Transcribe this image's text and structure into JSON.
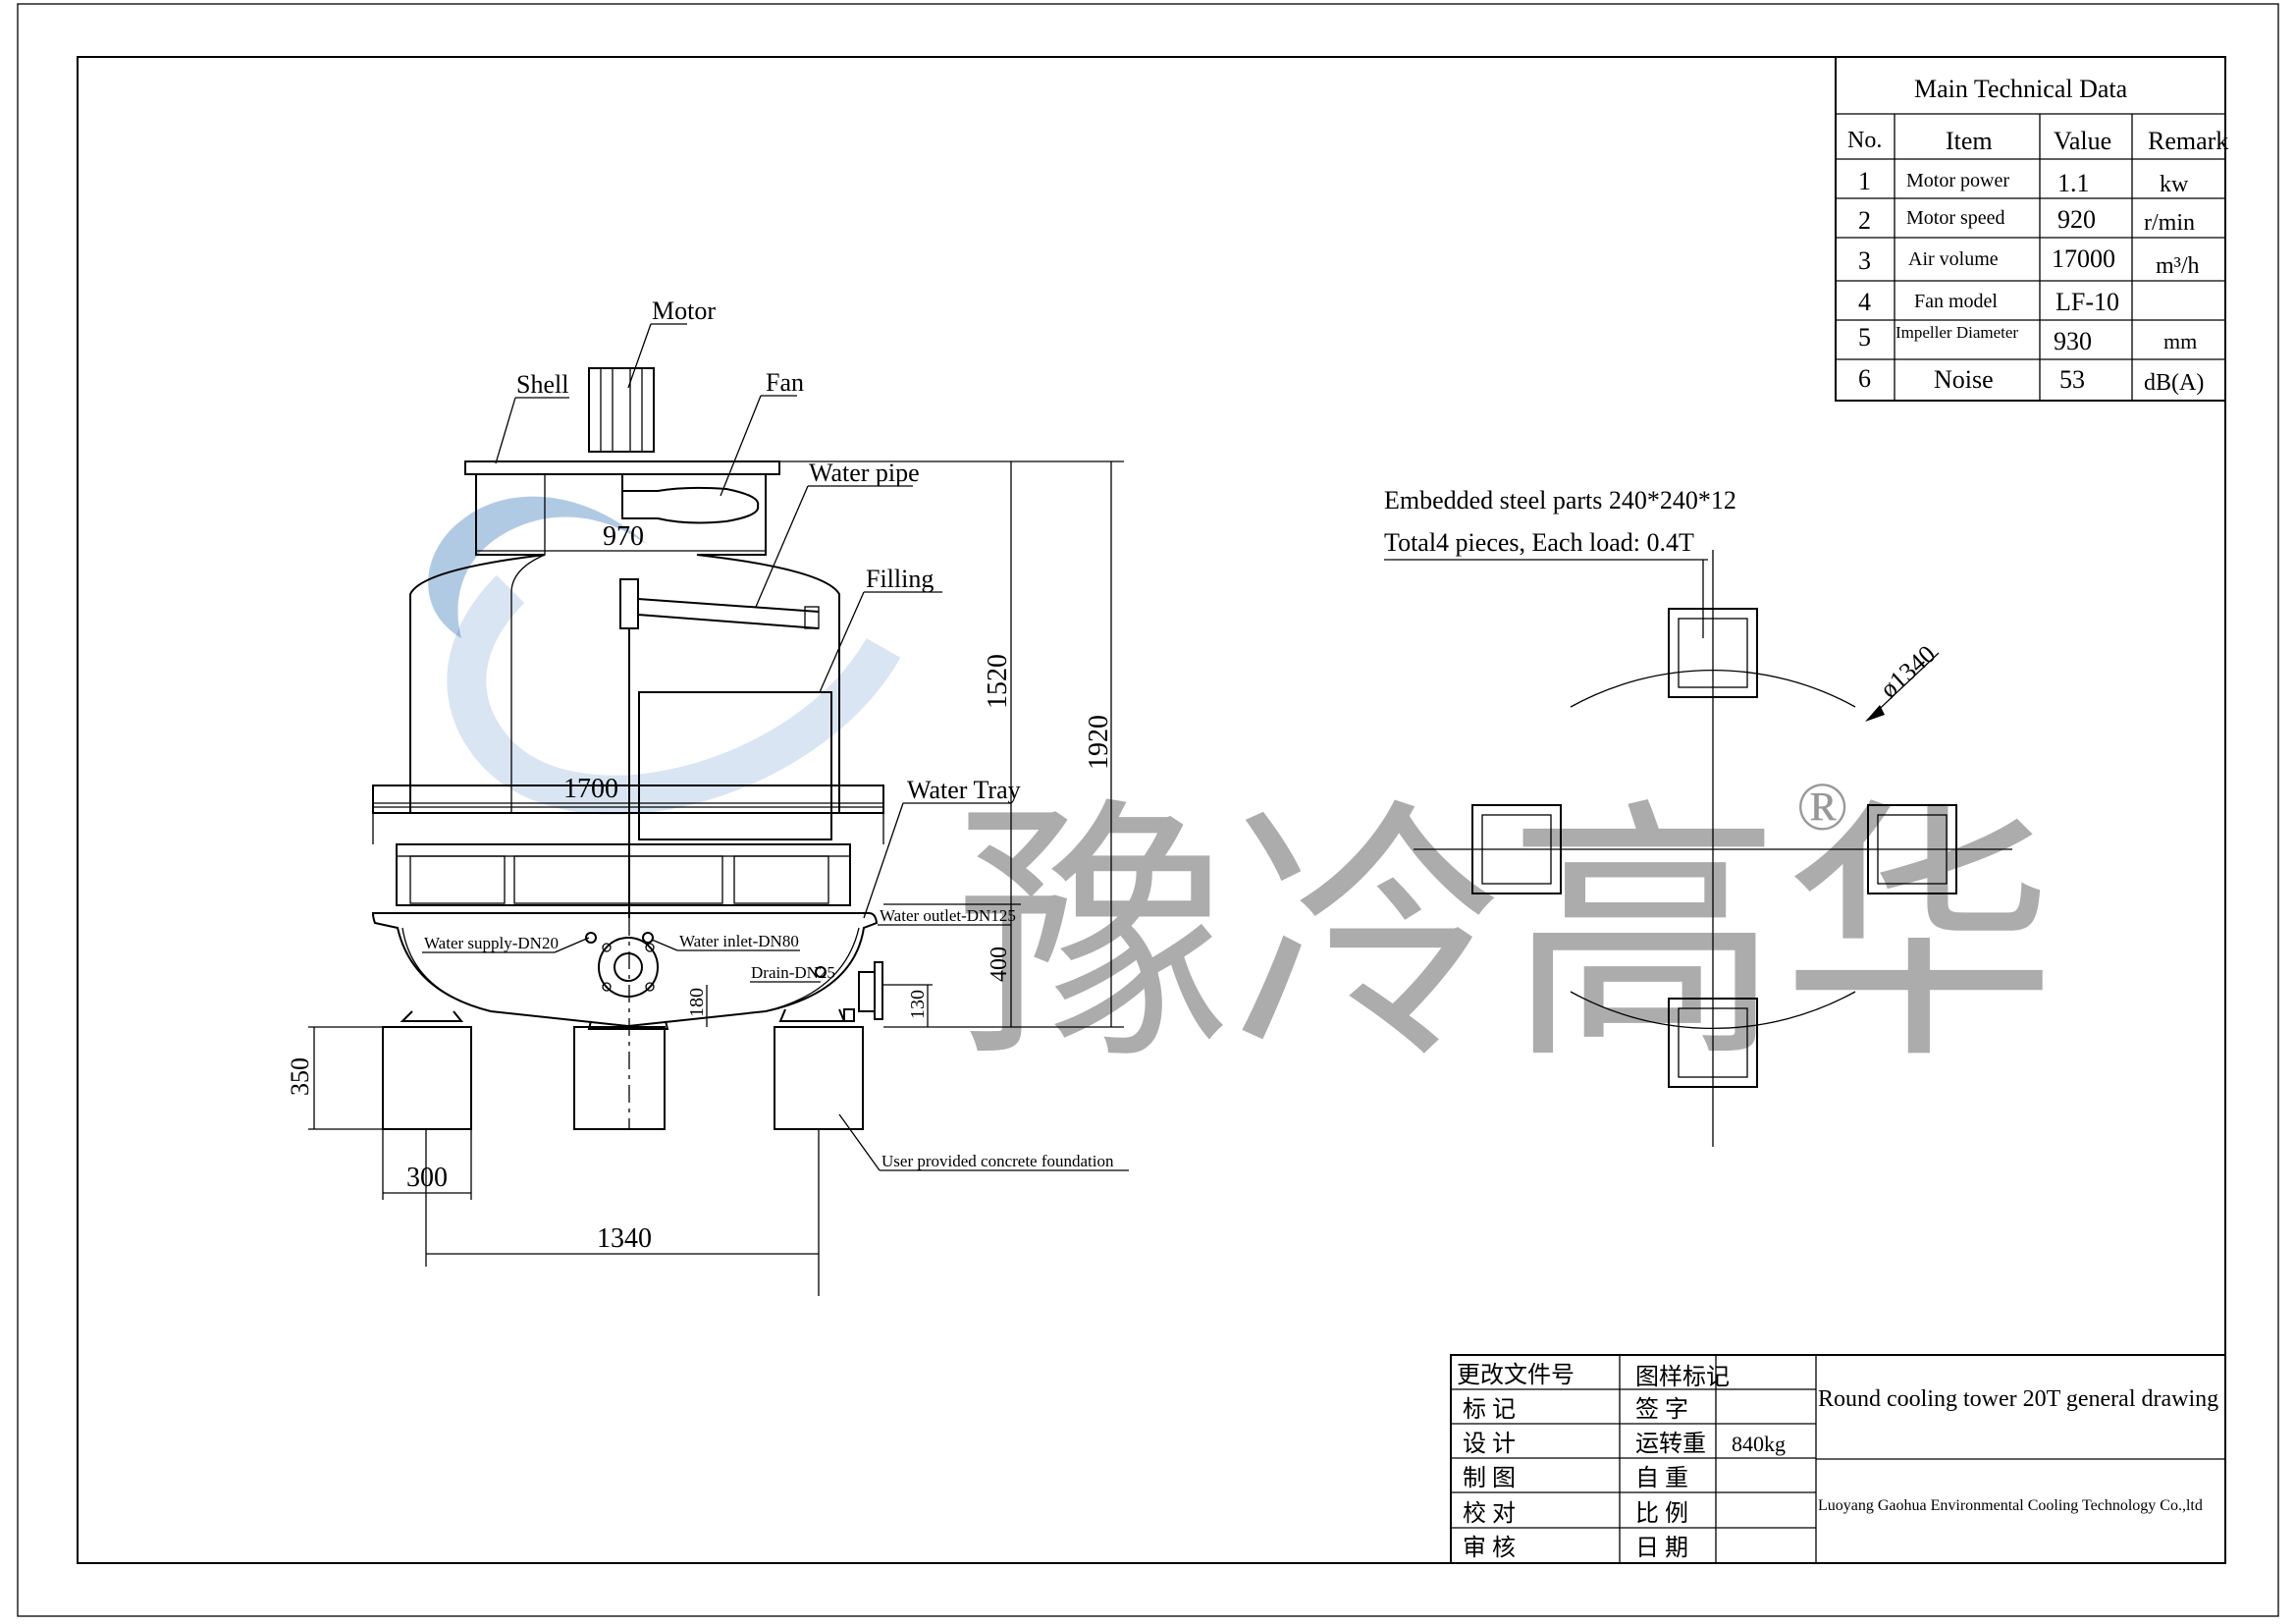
{
  "spec_table": {
    "title": "Main Technical Data",
    "headers": [
      "No.",
      "Item",
      "Value",
      "Remark"
    ],
    "rows": [
      [
        "1",
        "Motor power",
        "1.1",
        "kw"
      ],
      [
        "2",
        "Motor speed",
        "920",
        "r/min"
      ],
      [
        "3",
        "Air volume",
        "17000",
        "m³/h"
      ],
      [
        "4",
        "Fan model",
        "LF-10",
        ""
      ],
      [
        "5",
        "Impeller Diameter",
        "930",
        "mm"
      ],
      [
        "6",
        "Noise",
        "53",
        "dB(A)"
      ]
    ]
  },
  "labels": {
    "motor": "Motor",
    "shell": "Shell",
    "fan": "Fan",
    "water_pipe": "Water pipe",
    "filling": "Filling",
    "water_tray": "Water Tray",
    "water_outlet": "Water outlet-DN125",
    "water_supply": "Water supply-DN20",
    "water_inlet": "Water inlet-DN80",
    "drain": "Drain-DN25",
    "foundation": "User provided concrete foundation"
  },
  "dimensions": {
    "d970": "970",
    "d1700": "1700",
    "d1520": "1520",
    "d1920": "1920",
    "d400": "400",
    "d180": "180",
    "d130": "130",
    "d350": "350",
    "d300": "300",
    "d1340": "1340",
    "dia1340": "ø1340"
  },
  "embedded": {
    "line1": "Embedded steel parts 240*240*12",
    "line2": "Total4 pieces, Each load: 0.4T"
  },
  "title_block": {
    "col1": [
      "更改文件号",
      "标  记",
      "设  计",
      "制  图",
      "校  对",
      "审  核"
    ],
    "col2": [
      "图样标记",
      "签  字",
      "运转重",
      "自  重",
      "比  例",
      "日  期"
    ],
    "weight": "840kg",
    "drawing_title": "Round cooling tower 20T general drawing",
    "company": "Luoyang Gaohua Environmental Cooling Technology Co.,ltd"
  },
  "watermark": {
    "text": "豫冷高华",
    "mark": "®"
  }
}
